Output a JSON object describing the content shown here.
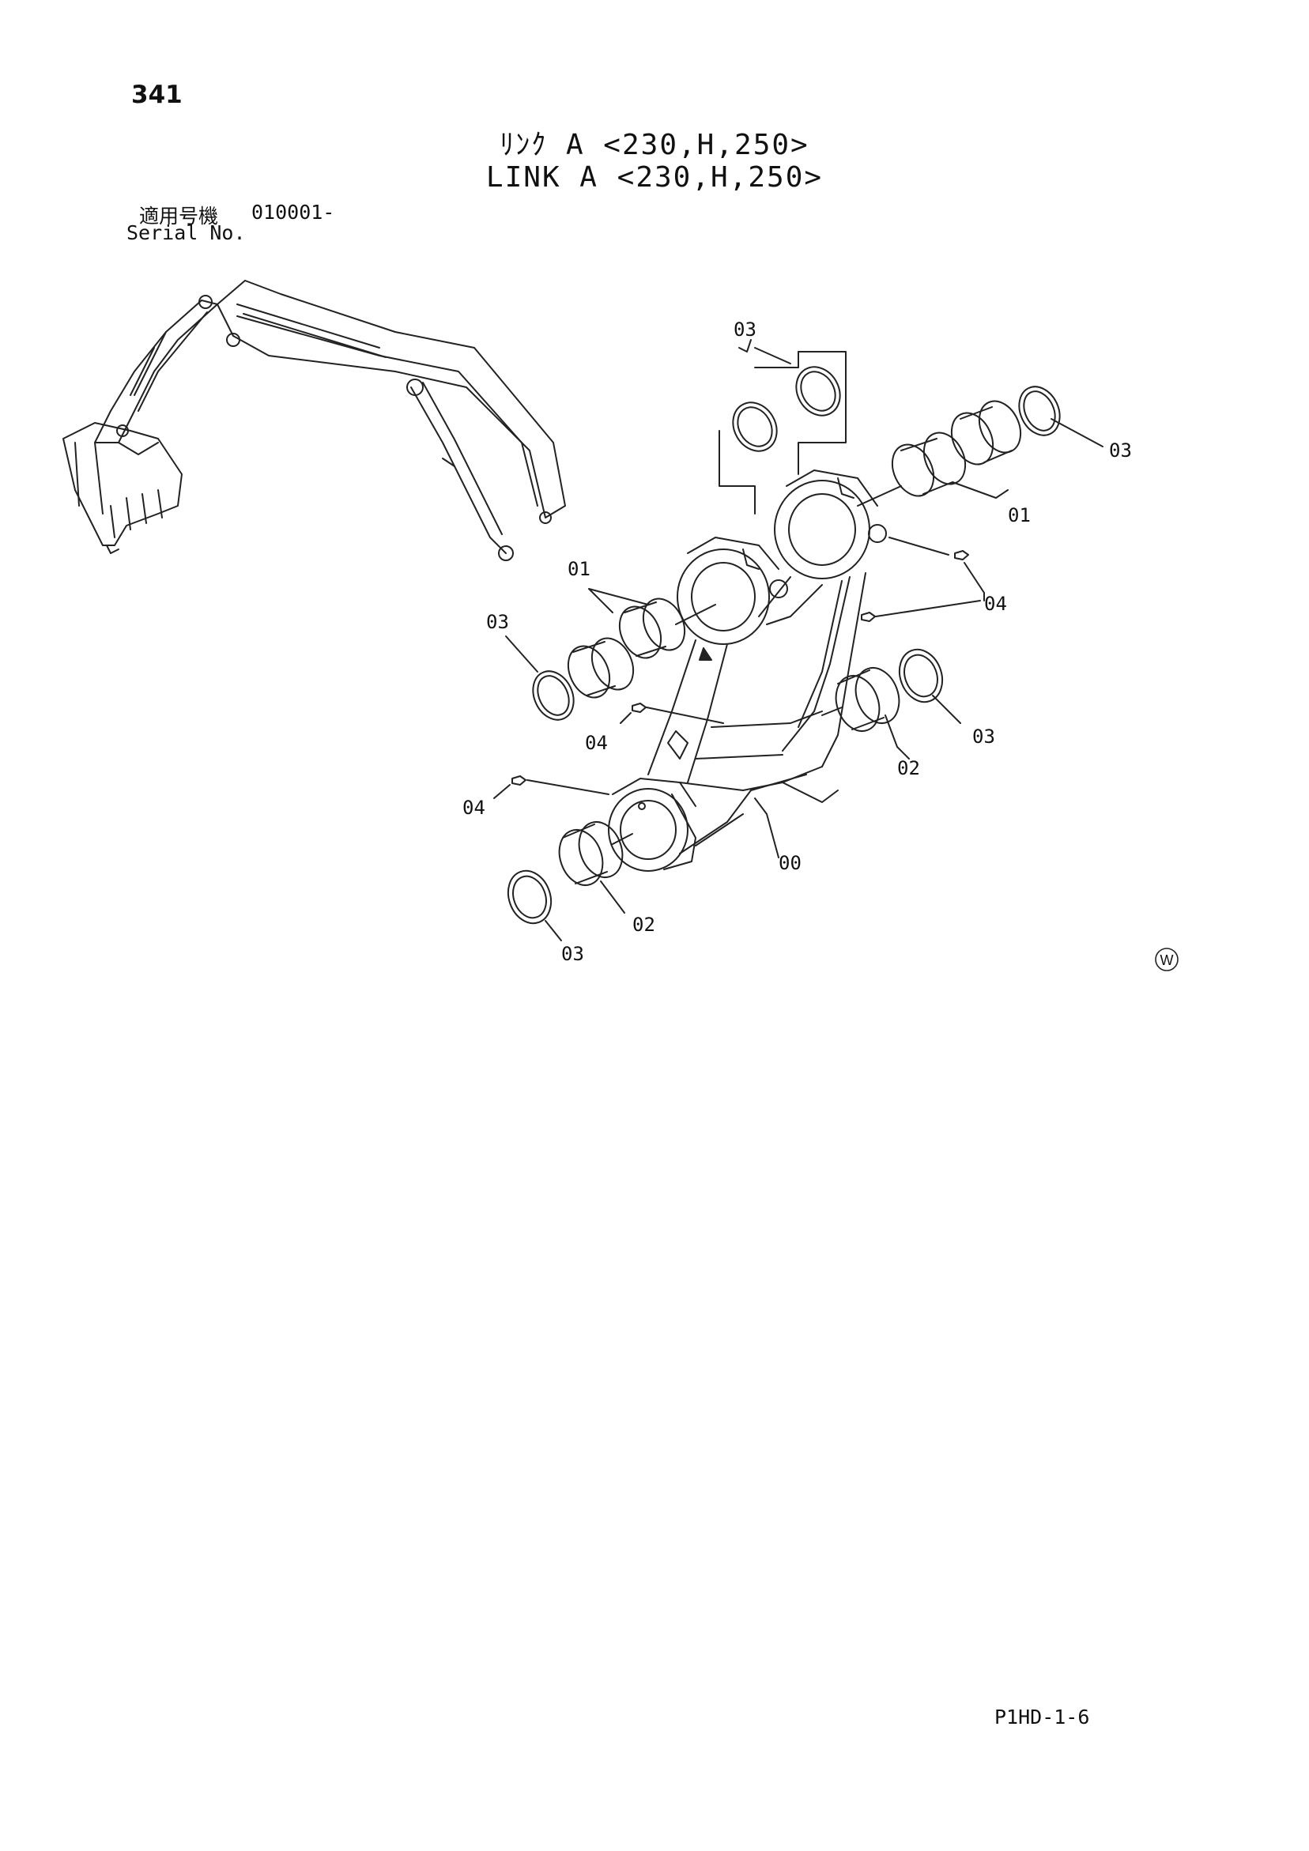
{
  "page_number": "341",
  "title_jp": "ﾘﾝｸ A <230,H,250>",
  "title_en": "LINK A <230,H,250>",
  "serial": {
    "label_jp": "適用号機",
    "value": "010001-",
    "label_en": "Serial No."
  },
  "callouts": {
    "c03_top": "03",
    "c03_right": "03",
    "c01_right": "01",
    "c04_right": "04",
    "c01_left": "01",
    "c03_left": "03",
    "c04_mid": "04",
    "c03_mid_right": "03",
    "c02_right": "02",
    "c04_left": "04",
    "c00": "00",
    "c02_bottom": "02",
    "c03_bottom": "03"
  },
  "marker": "W",
  "doc_code": "P1HD-1-6"
}
